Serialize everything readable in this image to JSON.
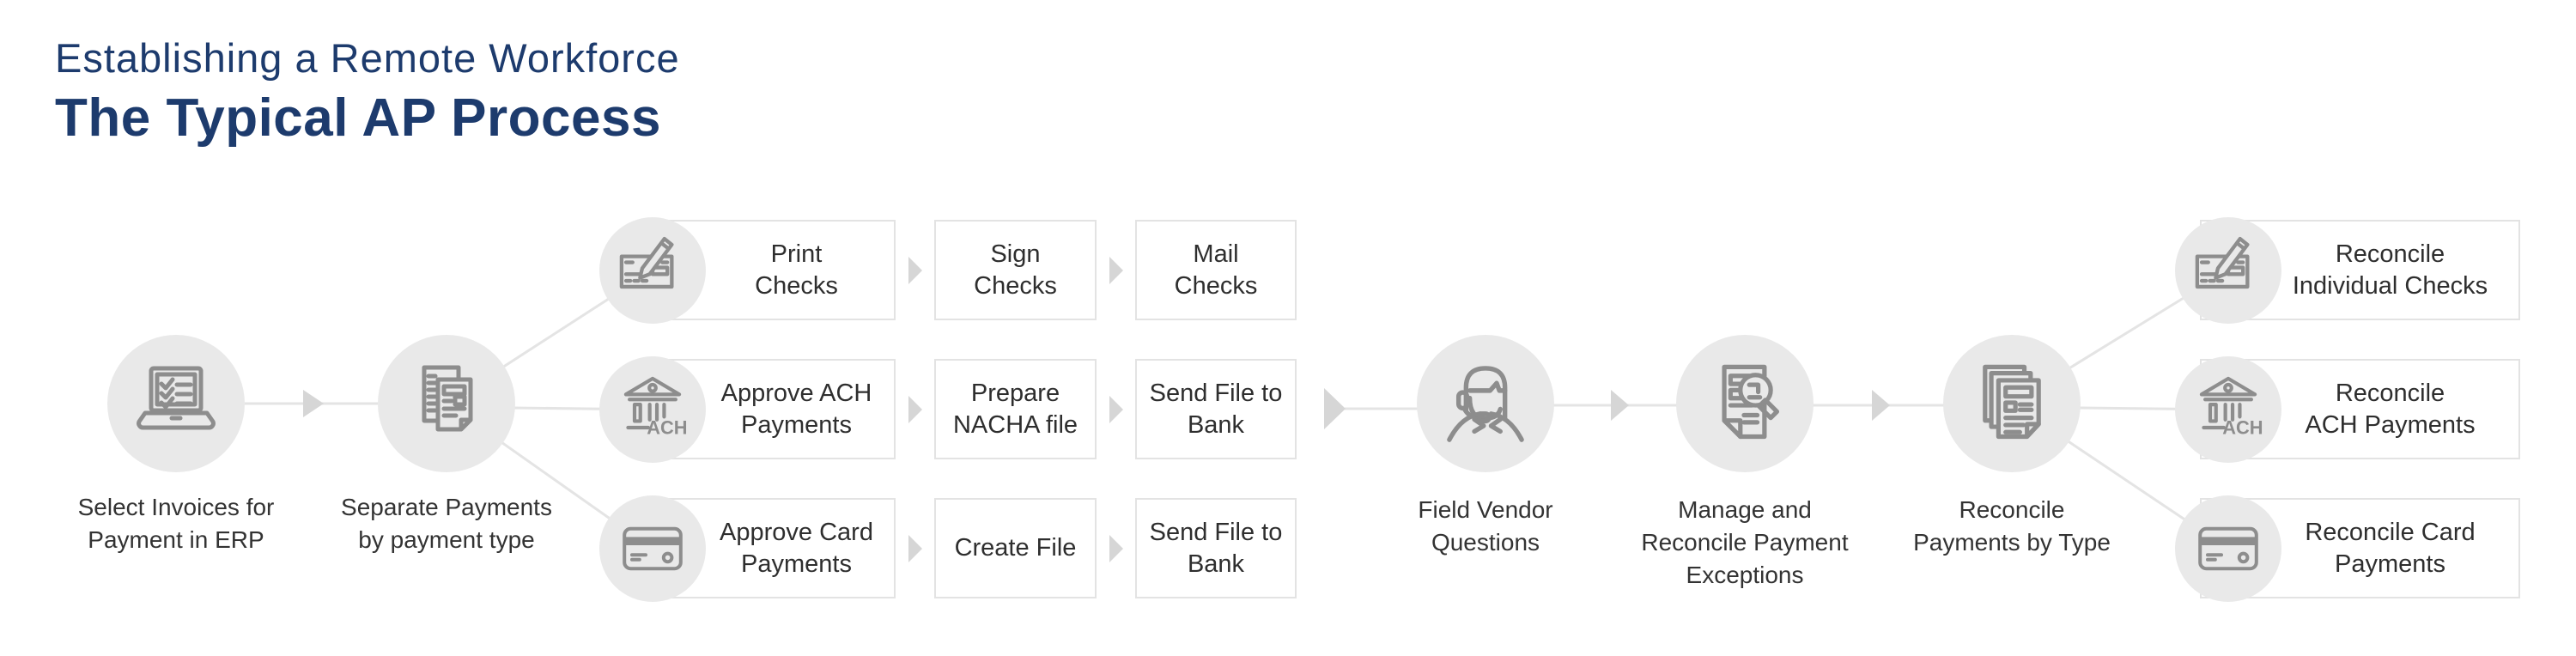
{
  "title": {
    "line1": "Establishing a Remote Workforce",
    "line2": "The Typical AP Process"
  },
  "colors": {
    "title_navy": "#1d3b6d",
    "circle_fill": "#e9e9e9",
    "icon_stroke": "#8d8d8d",
    "connector_line": "#e4e4e4",
    "arrow_fill": "#d6d6d6",
    "box_border": "#e3e3e3",
    "box_text": "#2e2e2e",
    "caption_text": "#333333"
  },
  "flow": {
    "start": {
      "label": "Select Invoices for\nPayment in ERP"
    },
    "separate": {
      "label": "Separate Payments\nby payment type"
    },
    "branch_rows": [
      {
        "id": "checks",
        "steps": [
          "Print\nChecks",
          "Sign\nChecks",
          "Mail\nChecks"
        ]
      },
      {
        "id": "ach",
        "steps": [
          "Approve ACH\nPayments",
          "Prepare\nNACHA file",
          "Send File to\nBank"
        ]
      },
      {
        "id": "card",
        "steps": [
          "Approve Card\nPayments",
          "Create File",
          "Send File to\nBank"
        ]
      }
    ],
    "middle_nodes": [
      {
        "label": "Field Vendor\nQuestions"
      },
      {
        "label": "Manage and\nReconcile Payment\nExceptions"
      },
      {
        "label": "Reconcile\nPayments by Type"
      }
    ],
    "reconcile_rows": [
      {
        "label": "Reconcile\nIndividual Checks"
      },
      {
        "label": "Reconcile\nACH Payments"
      },
      {
        "label": "Reconcile Card\nPayments"
      }
    ],
    "ach_label": "ACH"
  }
}
